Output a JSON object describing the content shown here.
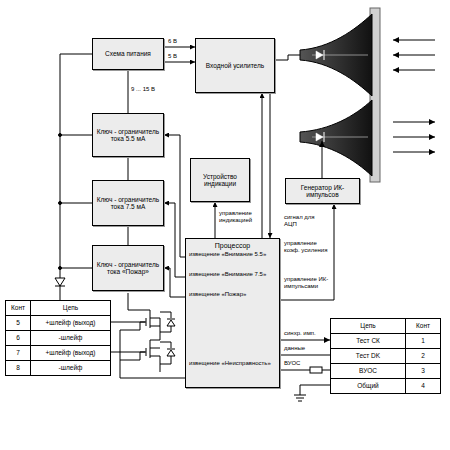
{
  "diagram": {
    "nodes": [
      {
        "text": [
          "Схема питания"
        ]
      },
      {
        "text": [
          "Входной усилитель"
        ]
      },
      {
        "text": [
          "Ключ - ограничитель тока 5.5 мА"
        ]
      },
      {
        "text": [
          "Устройство индикации"
        ]
      },
      {
        "text": [
          "Ключ - ограничитель тока 7.5 мА"
        ]
      },
      {
        "text": [
          "Генератор ИК-импульсов"
        ]
      },
      {
        "text": [
          "Ключ - ограничитель тока «Пожар»"
        ]
      },
      {
        "text": [
          "Процессор"
        ]
      }
    ],
    "edges": [
      {
        "from": 0,
        "to": 1,
        "arrow": "to",
        "label": "6 В"
      },
      {
        "from": 0,
        "to": 1,
        "arrow": "to",
        "label": "5 В"
      },
      {
        "from": 0,
        "to": 2,
        "arrow": "none",
        "label": "9 ... 15 В"
      },
      {
        "from": 2,
        "to": 4,
        "arrow": "none"
      },
      {
        "from": 4,
        "to": 6,
        "arrow": "none"
      },
      {
        "from": 7,
        "to": 3,
        "arrow": "to",
        "label": "управление индикацией"
      },
      {
        "from": 7,
        "to": 2,
        "arrow": "to",
        "label": "извещение «Внимание 5.5»"
      },
      {
        "from": 7,
        "to": 4,
        "arrow": "to",
        "label": "извещение «Внимание 7.5»"
      },
      {
        "from": 7,
        "to": 6,
        "arrow": "to",
        "label": "извещение «Пожар»"
      },
      {
        "from": 1,
        "to": 7,
        "arrow": "to",
        "label": "сигнал для АЦП"
      },
      {
        "from": 7,
        "to": 1,
        "arrow": "to",
        "label": "управление коэф. усиления"
      },
      {
        "from": 7,
        "to": 5,
        "arrow": "to",
        "label": "управление ИК-импульсами"
      }
    ],
    "labels": [
      "извещение «Неисправность»",
      "синхр. имп.",
      "данные",
      "ВУОС",
      "Конт",
      "Цепь",
      "5",
      "+шлейф (выход)",
      "6",
      "-шлейф",
      "7",
      "+шлейф (выход)",
      "8",
      "-шлейф",
      "Цепь",
      "Конт",
      "Тест СК",
      "1",
      "Тест DK",
      "2",
      "ВУОС",
      "3",
      "Общий",
      "4"
    ]
  }
}
